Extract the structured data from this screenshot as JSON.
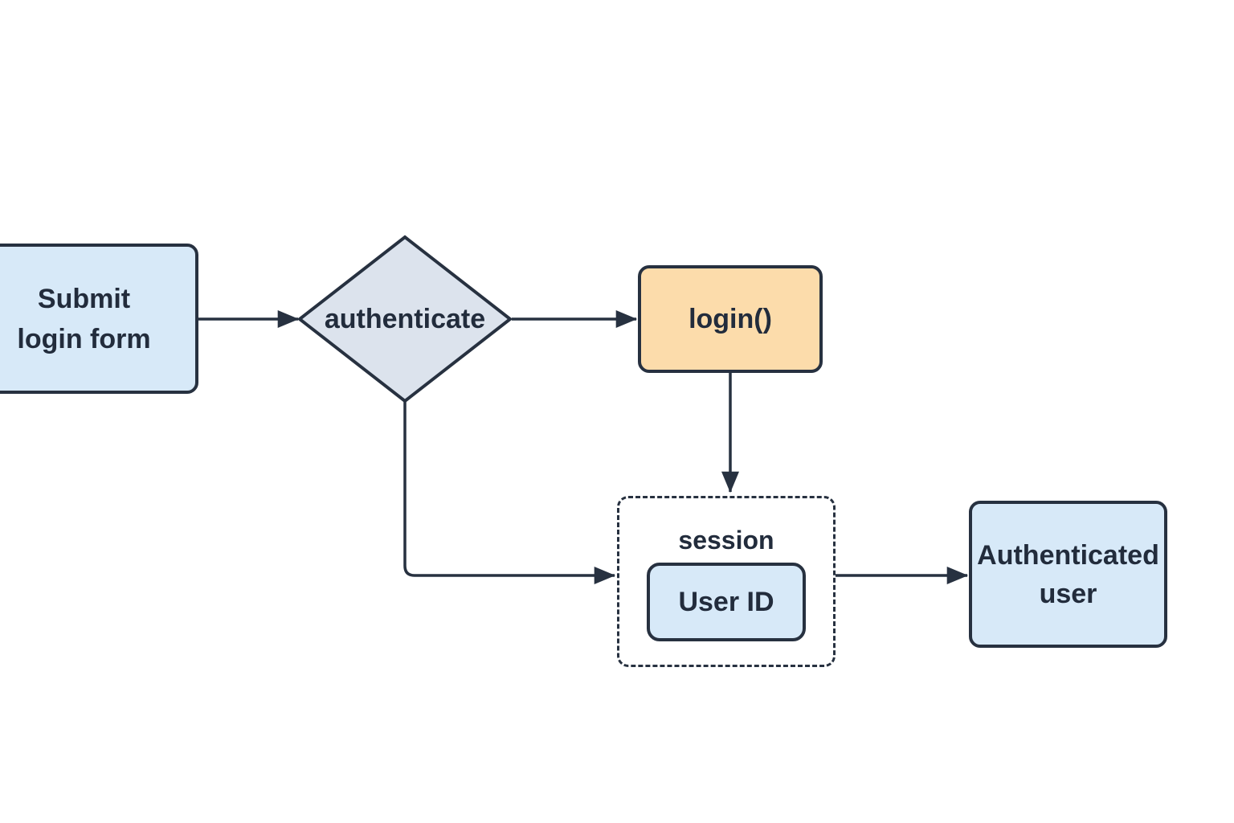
{
  "colors": {
    "background": "#ffffff",
    "node_fill_blue": "#d7e9f8",
    "diamond_fill": "#dce3ed",
    "process_fill": "#fcdcab",
    "container_fill": "#ffffff",
    "stroke": "#273140",
    "text": "#222c3c"
  },
  "nodes": {
    "submit": {
      "line1": "Submit",
      "line2": "login form"
    },
    "authenticate": {
      "label": "authenticate"
    },
    "login": {
      "label": "login()"
    },
    "session": {
      "label": "session"
    },
    "user_id": {
      "label": "User ID"
    },
    "authenticated": {
      "line1": "Authenticated",
      "line2": "user"
    }
  },
  "edges": [
    {
      "from": "submit",
      "to": "authenticate"
    },
    {
      "from": "authenticate",
      "to": "login"
    },
    {
      "from": "login",
      "to": "session"
    },
    {
      "from": "authenticate",
      "to": "session"
    },
    {
      "from": "session",
      "to": "authenticated"
    }
  ]
}
